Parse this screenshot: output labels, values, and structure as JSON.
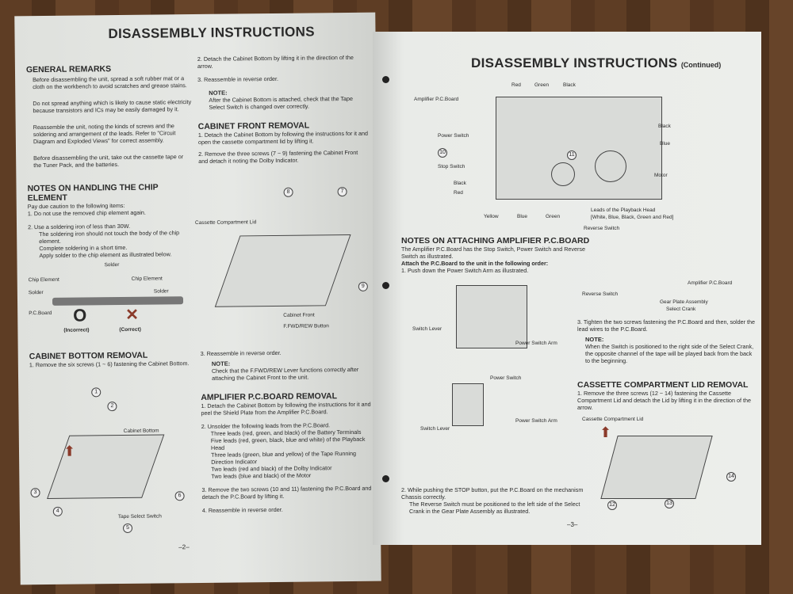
{
  "left_page": {
    "title": "DISASSEMBLY INSTRUCTIONS",
    "general_remarks": {
      "heading": "GENERAL REMARKS",
      "items": [
        "Before disassembling the unit, spread a soft rubber mat or a cloth on the workbench to avoid scratches and grease stains.",
        "Do not spread anything which is likely to cause static electricity because transistors and ICs may be easily damaged by it.",
        "Reassemble the unit, noting the kinds of screws and the soldering and arrangement of the leads. Refer to \"Circuit Diagram and Exploded Views\" for correct assembly.",
        "Before disassembling the unit, take out the cassette tape or the Tuner Pack, and the batteries."
      ]
    },
    "chip": {
      "heading": "NOTES ON HANDLING THE CHIP ELEMENT",
      "intro": "Pay due caution to the following items:",
      "step1": "1.  Do not use the removed chip element again.",
      "step2": "2.  Use a soldering iron of less than 30W.",
      "bullets": [
        "The soldering iron should not touch the body of the chip element.",
        "Complete soldering in a short time.",
        "Apply solder to the chip element as illustrated below."
      ],
      "fig": {
        "solder": "Solder",
        "chip_left": "Chip Element",
        "solder_left": "Solder",
        "chip_right": "Chip Element",
        "solder_right": "Solder",
        "pcboard": "P.C.Board",
        "incorrect": "(Incorrect)",
        "correct": "(Correct)",
        "o": "O",
        "x": "✕"
      }
    },
    "cabinet_bottom": {
      "heading": "CABINET BOTTOM REMOVAL",
      "step1": "1.  Remove the six screws (1 ~ 6) fastening the Cabinet Bottom.",
      "fig": {
        "cabinet_bottom": "Cabinet Bottom",
        "tape_select": "Tape Select Switch",
        "n": [
          "1",
          "2",
          "3",
          "4",
          "5",
          "6"
        ]
      }
    },
    "col2": {
      "step2": "2.  Detach the Cabinet Bottom by lifting it in the direction of the arrow.",
      "step3": "3.  Reassemble in reverse order.",
      "note_label": "NOTE:",
      "note": "After the Cabinet Bottom is attached, check that the Tape Select Switch is changed over correctly."
    },
    "cabinet_front": {
      "heading": "CABINET FRONT REMOVAL",
      "step1": "1.  Detach the Cabinet Bottom by following the instructions for it and open the cassette compartment lid by lifting it.",
      "step2": "2.  Remove the three screws (7 ~ 9) fastening the Cabinet Front and detach it noting the Dolby Indicator.",
      "fig": {
        "lid": "Cassette Compartment Lid",
        "front": "Cabinet Front",
        "ffwd": "F.FWD/REW Button",
        "n": [
          "8",
          "7",
          "9"
        ]
      },
      "step3": "3.  Reassemble in reverse order.",
      "note_label": "NOTE:",
      "note": "Check that the F.FWD/REW Lever functions correctly after attaching the Cabinet Front to the unit."
    },
    "amp": {
      "heading": "AMPLIFIER P.C.BOARD REMOVAL",
      "step1": "1.  Detach the Cabinet Bottom by following the instructions for it and peel the Shield Plate from the Amplifier P.C.Board.",
      "step2": "2.  Unsolder the following leads from the P.C.Board.",
      "bullets": [
        "Three leads (red, green, and black) of the Battery Terminals",
        "Five leads (red, green, black, blue and white) of the Playback Head",
        "Three leads (green, blue and yellow) of the Tape Running Direction Indicator",
        "Two leads (red and black) of the Dolby Indicator",
        "Two leads (blue and black) of the Motor"
      ],
      "step3": "3.  Remove the two screws (10 and 11) fastening the P.C.Board and detach the P.C.Board by lifting it.",
      "step4": "4.  Reassemble in reverse order."
    },
    "page_number": "–2–"
  },
  "right_page": {
    "title": "DISASSEMBLY INSTRUCTIONS",
    "title_suffix": "(Continued)",
    "fig_top": {
      "red": "Red",
      "green": "Green",
      "black": "Black",
      "amp": "Amplifier P.C.Board",
      "power": "Power Switch",
      "stop": "Stop Switch",
      "black2": "Black",
      "red2": "Red",
      "yellow": "Yellow",
      "blue": "Blue",
      "green2": "Green",
      "black3": "Black",
      "blue2": "Blue",
      "motor": "Motor",
      "leads": "Leads of the Playback Head",
      "leads_colors": "[White, Blue, Black, Green and Red]",
      "reverse": "Reverse Switch",
      "n10": "10",
      "n11": "11"
    },
    "attach": {
      "heading": "NOTES ON ATTACHING AMPLIFIER P.C.BOARD",
      "intro": "The Amplifier P.C.Board has the Stop Switch, Power Switch and Reverse Switch as illustrated.",
      "order": "Attach the P.C.Board to the unit in the following order:",
      "step1": "1.  Push down the Power Switch Arm as illustrated.",
      "fig1": {
        "lever": "Switch Lever",
        "arm": "Power Switch Arm"
      },
      "fig2": {
        "power": "Power Switch",
        "lever": "Switch Lever",
        "arm": "Power Switch Arm"
      },
      "step2": "2.  While pushing the STOP button, put the P.C.Board on the mechanism Chassis correctly.",
      "step2b": "The Reverse Switch must be positioned to the left side of the Select Crank in the Gear Plate Assembly as illustrated.",
      "fig3": {
        "amp": "Amplifier P.C.Board",
        "reverse": "Reverse Switch",
        "gear": "Gear Plate Assembly",
        "crank": "Select Crank"
      },
      "step3": "3.  Tighten the two screws fastening the P.C.Board and then, solder the lead wires to the P.C.Board.",
      "note_label": "NOTE:",
      "note": "When the Switch is positioned to the right side of the Select Crank, the opposite channel of the tape will be played back from the back to the beginning."
    },
    "lid": {
      "heading": "CASSETTE COMPARTMENT LID REMOVAL",
      "step1": "1.  Remove the three screws (12 ~ 14) fastening the Cassette Compartment Lid and detach the Lid by lifting it in the direction of the arrow.",
      "fig": {
        "lid": "Cassette Compartment Lid",
        "n": [
          "14",
          "12",
          "13"
        ]
      }
    },
    "page_number": "–3–"
  }
}
